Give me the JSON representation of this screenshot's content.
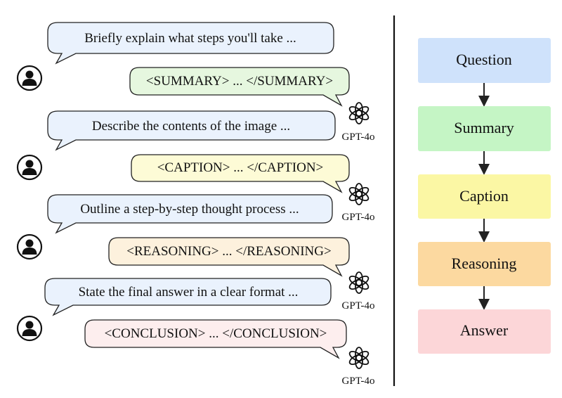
{
  "conversation": {
    "turns": [
      {
        "prompt": "Briefly explain what steps you'll take ...",
        "response": "<SUMMARY> ... </SUMMARY>",
        "model": "GPT-4o"
      },
      {
        "prompt": "Describe the contents of the image ...",
        "response": "<CAPTION> ... </CAPTION>",
        "model": "GPT-4o"
      },
      {
        "prompt": "Outline a step-by-step thought process ...",
        "response": "<REASONING> ... </REASONING>",
        "model": "GPT-4o"
      },
      {
        "prompt": "State the final answer in a clear format ...",
        "response": "<CONCLUSION> ... </CONCLUSION>",
        "model": "GPT-4o"
      }
    ]
  },
  "pipeline": {
    "stages": [
      {
        "label": "Question"
      },
      {
        "label": "Summary"
      },
      {
        "label": "Caption"
      },
      {
        "label": "Reasoning"
      },
      {
        "label": "Answer"
      }
    ]
  },
  "colors": {
    "user_bubble_fill": "#eaf2fd",
    "summary_fill": "#e6f7df",
    "caption_fill": "#fdfbd6",
    "reasoning_fill": "#fdf1dd",
    "conclusion_fill": "#fdeeee",
    "stage_question": "#cfe2fb",
    "stage_summary": "#c5f5c5",
    "stage_caption": "#fbf7a4",
    "stage_reasoning": "#fcd9a0",
    "stage_answer": "#fcd6d8",
    "stroke": "#222222"
  }
}
